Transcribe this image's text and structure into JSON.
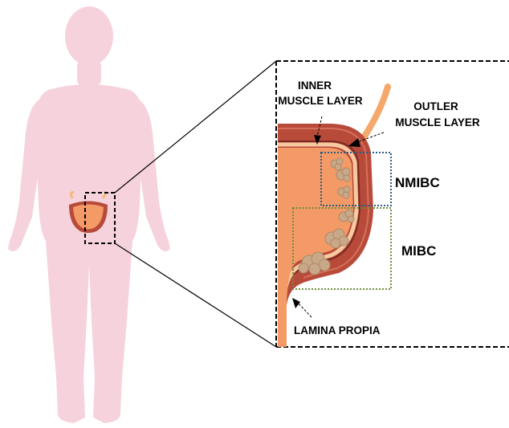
{
  "labels": {
    "inner_line1": "INNER",
    "inner_line2": "MUSCLE LAYER",
    "outer_line1": "OUTLER",
    "outer_line2": "MUSCLE LAYER",
    "nmibc": "NMIBC",
    "mibc": "MIBC",
    "lamina": "LAMINA PROPIA"
  },
  "colors": {
    "body_silhouette": "#f6d3dc",
    "bladder_outer": "#b84a3a",
    "bladder_fill": "#f49a67",
    "lamina": "#f7c9a0",
    "tumor": "#c8a887",
    "nmibc_box": "#2a5d84",
    "mibc_box": "#6f8f3a"
  }
}
